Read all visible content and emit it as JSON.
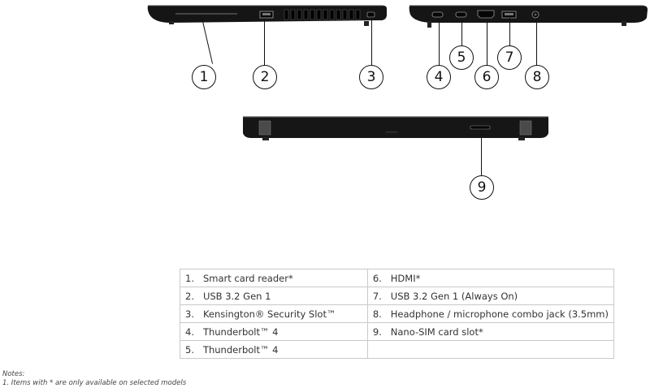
{
  "callouts": [
    "1",
    "2",
    "3",
    "4",
    "5",
    "6",
    "7",
    "8",
    "9"
  ],
  "ports_table": {
    "rows": [
      {
        "num": "1.",
        "left": "Smart card reader*",
        "rnum": "6.",
        "right": "HDMI*"
      },
      {
        "num": "2.",
        "left": "USB 3.2 Gen 1",
        "rnum": "7.",
        "right": "USB 3.2 Gen 1 (Always On)"
      },
      {
        "num": "3.",
        "left": "Kensington® Security Slot™",
        "rnum": "8.",
        "right": "Headphone / microphone combo jack (3.5mm)"
      },
      {
        "num": "4.",
        "left": "Thunderbolt™ 4",
        "rnum": "9.",
        "right": "Nano-SIM card slot*"
      },
      {
        "num": "5.",
        "left": "Thunderbolt™ 4",
        "rnum": "",
        "right": ""
      }
    ]
  },
  "notes": {
    "heading": "Notes:",
    "line1": "1. Items with * are only available on selected models"
  }
}
